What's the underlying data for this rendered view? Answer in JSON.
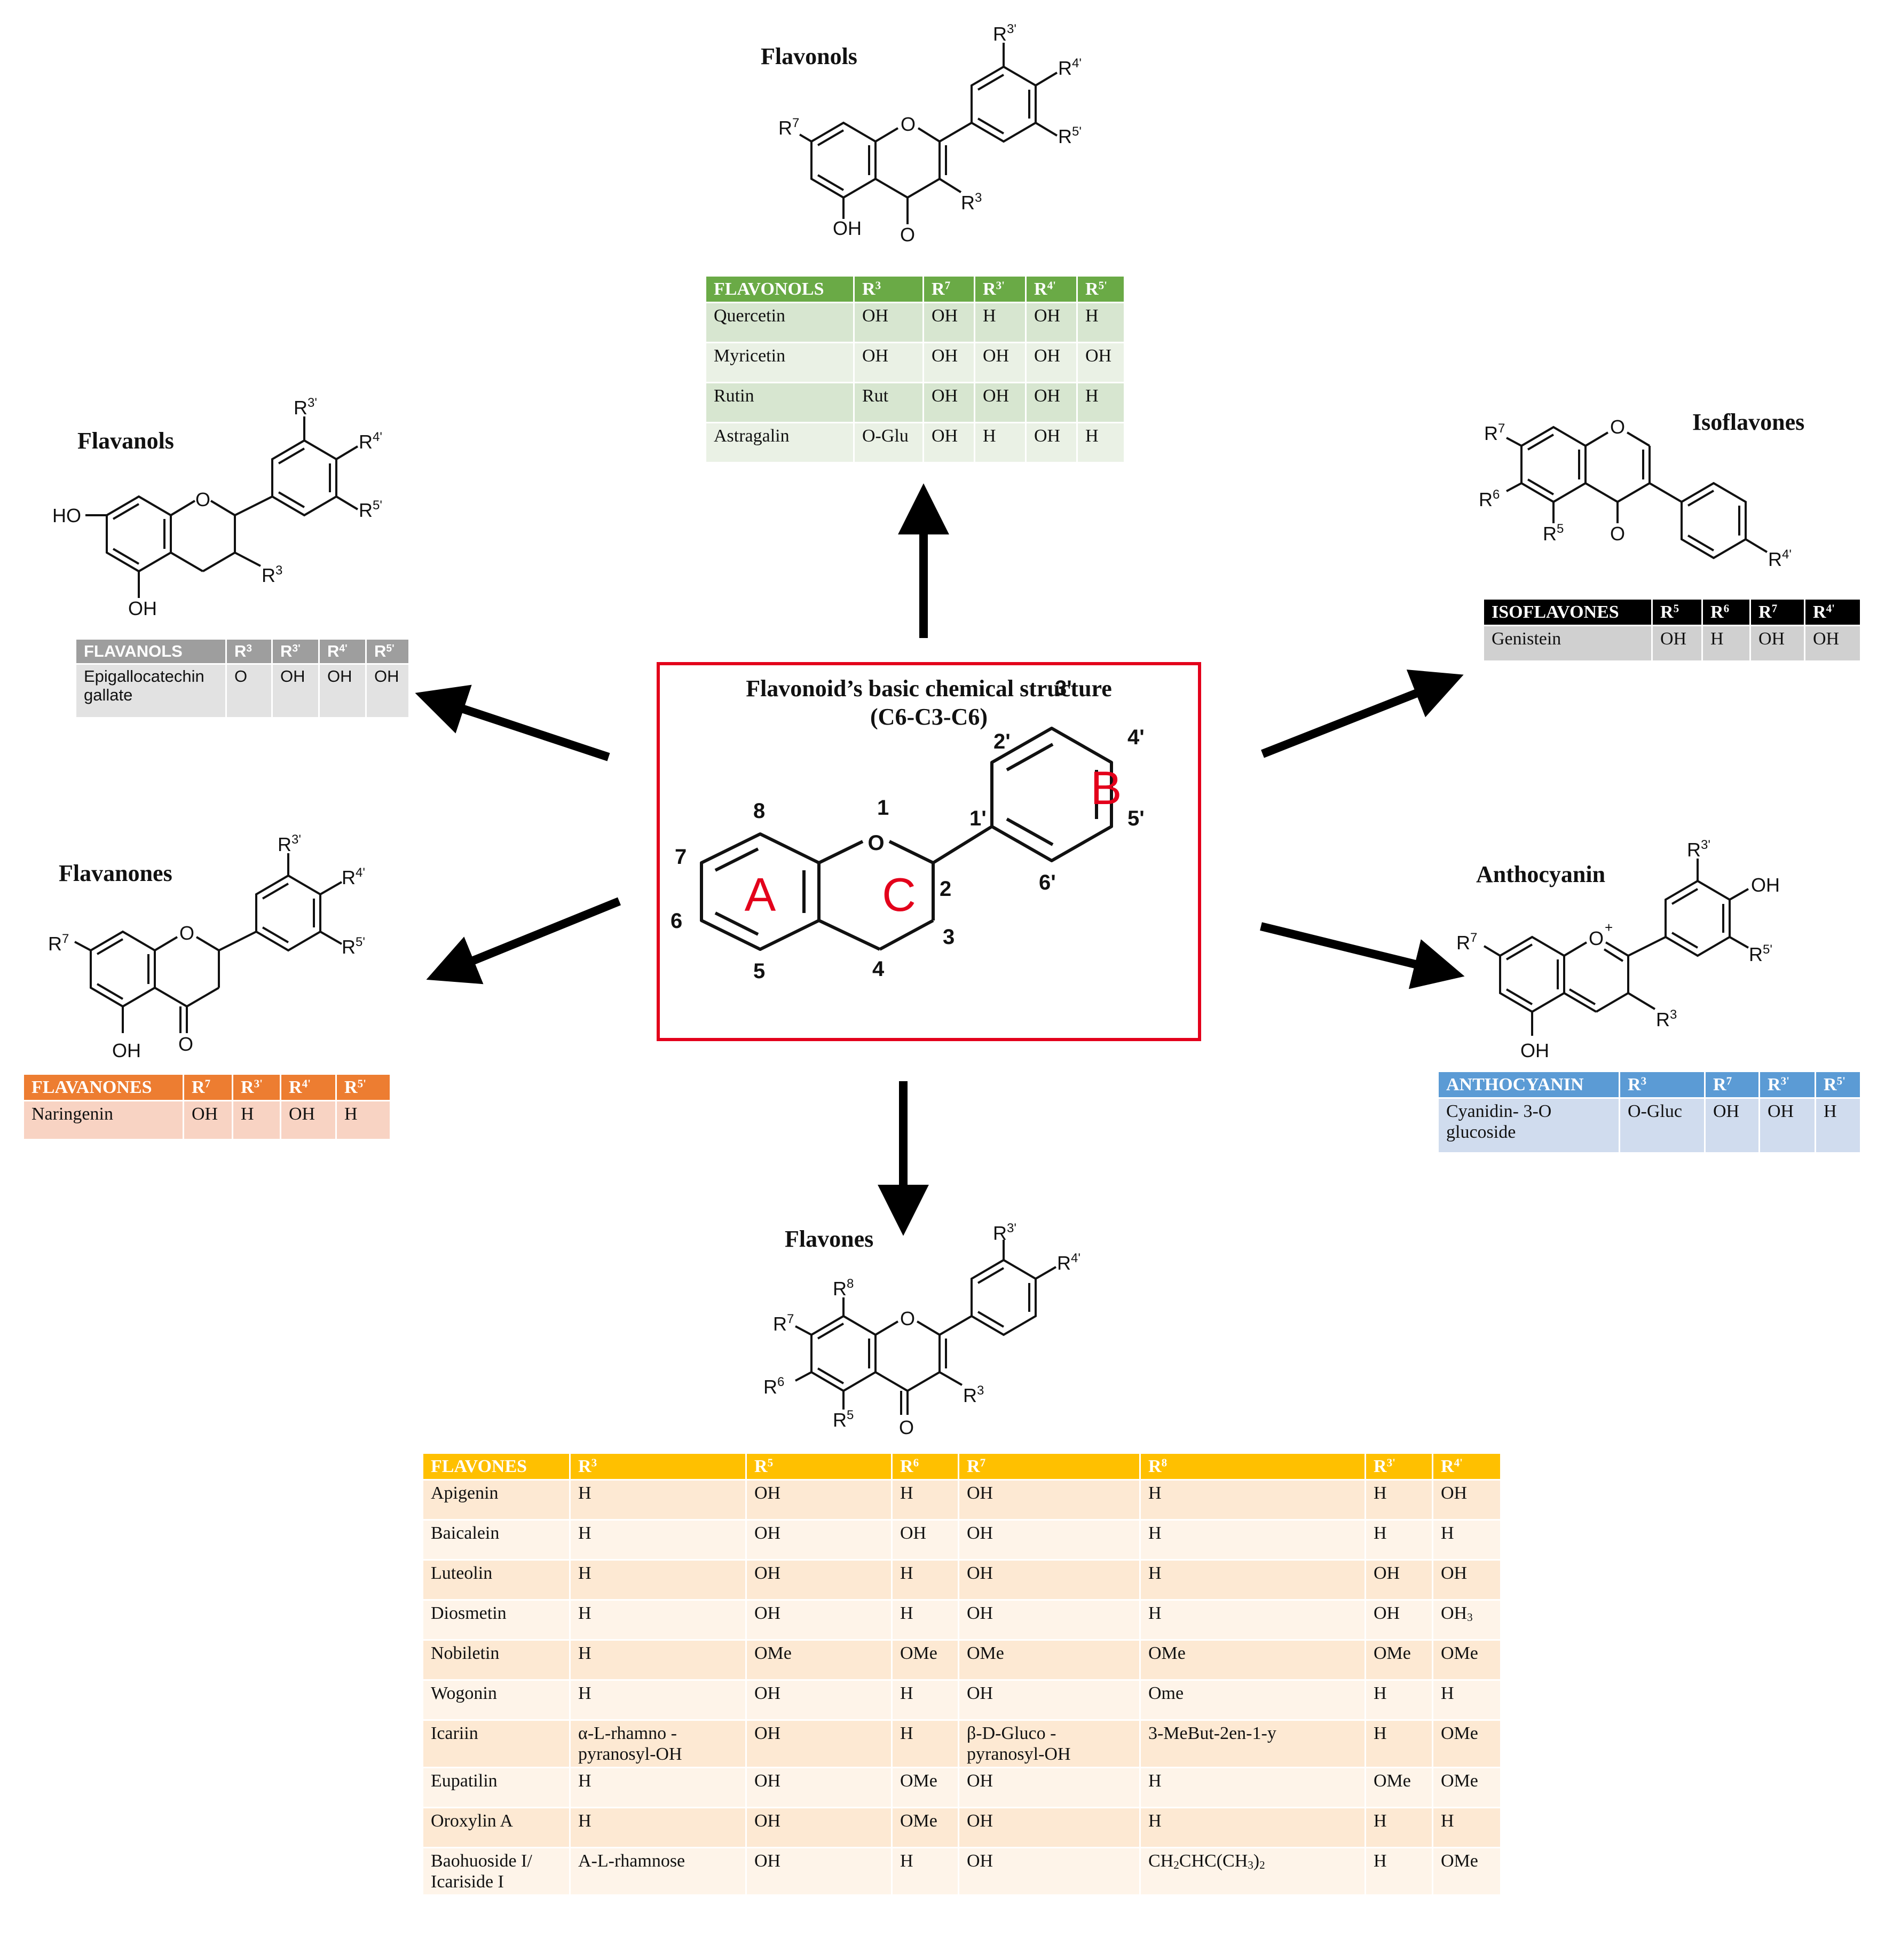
{
  "center": {
    "title": "Flavonoid’s basic chemical structure",
    "subtitle": "(C6-C3-C6)",
    "ring_a": "A",
    "ring_b": "B",
    "ring_c": "C",
    "positions": {
      "p1": "1",
      "p2": "2",
      "p3": "3",
      "p4": "4",
      "p5": "5",
      "p6": "6",
      "p7": "7",
      "p8": "8",
      "p1p": "1'",
      "p2p": "2'",
      "p3p": "3'",
      "p4p": "4'",
      "p5p": "5'",
      "p6p": "6'",
      "o": "O"
    }
  },
  "colors": {
    "flavonols_header": "#6aaa46",
    "flavonols_row_a": "#d7e6d0",
    "flavonols_row_b": "#eaf1e5",
    "flavanols_header": "#9e9e9e",
    "flavanols_row": "#e2e2e2",
    "isoflavones_header": "#000000",
    "isoflavones_row": "#d0d0d0",
    "flavanones_header": "#ed7d31",
    "flavanones_row": "#f8d3c3",
    "anthocyanin_header": "#5b9bd5",
    "anthocyanin_row": "#d0dcee",
    "flavones_header": "#ffc000",
    "flavones_row_a": "#fde9d3",
    "flavones_row_b": "#fef4e9",
    "center_border": "#e3001b"
  },
  "mol_labels": {
    "O": "O",
    "OH": "OH",
    "HO": "HO",
    "Oplus": "+",
    "R3": "3",
    "R5": "5",
    "R6": "6",
    "R7": "7",
    "R8": "8",
    "R3p": "3'",
    "R4p": "4'",
    "R5p": "5'",
    "R": "R"
  },
  "flavonols": {
    "title": "Flavonols",
    "headers": [
      "FLAVONOLS",
      "R3",
      "R7",
      "R3'",
      "R4'",
      "R5'"
    ],
    "rows": [
      [
        "Quercetin",
        "OH",
        "OH",
        "H",
        "OH",
        "H"
      ],
      [
        "Myricetin",
        "OH",
        "OH",
        "OH",
        "OH",
        "OH"
      ],
      [
        "Rutin",
        "Rut",
        "OH",
        "OH",
        "OH",
        "H"
      ],
      [
        "Astragalin",
        "O-Glu",
        "OH",
        "H",
        "OH",
        "H"
      ]
    ]
  },
  "flavanols": {
    "title": "Flavanols",
    "headers": [
      "FLAVANOLS",
      "R3",
      "R3'",
      "R4'",
      "R5'"
    ],
    "rows": [
      [
        "Epigallocatechin gallate",
        "O",
        "OH",
        "OH",
        "OH"
      ]
    ]
  },
  "isoflavones": {
    "title": "Isoflavones",
    "headers": [
      "ISOFLAVONES",
      "R5",
      "R6",
      "R7",
      "R4'"
    ],
    "rows": [
      [
        "Genistein",
        "OH",
        "H",
        "OH",
        "OH"
      ]
    ]
  },
  "flavanones": {
    "title": "Flavanones",
    "headers": [
      "FLAVANONES",
      "R7",
      "R3'",
      "R4'",
      "R5'"
    ],
    "rows": [
      [
        "Naringenin",
        "OH",
        "H",
        "OH",
        "H"
      ]
    ]
  },
  "anthocyanin": {
    "title": "Anthocyanin",
    "headers": [
      "ANTHOCYANIN",
      "R3",
      "R7",
      "R3'",
      "R5'"
    ],
    "rows": [
      [
        "Cyanidin- 3-O glucoside",
        "O-Gluc",
        "OH",
        "OH",
        "H"
      ]
    ]
  },
  "flavones": {
    "title": "Flavones",
    "headers": [
      "FLAVONES",
      "R3",
      "R5",
      "R6",
      "R7",
      "R8",
      "R3'",
      "R4'"
    ],
    "rows": [
      [
        "Apigenin",
        "H",
        "OH",
        "H",
        "OH",
        "H",
        "H",
        "OH"
      ],
      [
        "Baicalein",
        "H",
        "OH",
        "OH",
        "OH",
        "H",
        "H",
        "H"
      ],
      [
        "Luteolin",
        "H",
        "OH",
        "H",
        "OH",
        "H",
        "OH",
        "OH"
      ],
      [
        "Diosmetin",
        "H",
        "OH",
        "H",
        "OH",
        "H",
        "OH",
        "OH3"
      ],
      [
        "Nobiletin",
        "H",
        "OMe",
        "OMe",
        "OMe",
        "OMe",
        "OMe",
        "OMe"
      ],
      [
        "Wogonin",
        "H",
        "OH",
        "H",
        "OH",
        "Ome",
        "H",
        "H"
      ],
      [
        "Icariin",
        "α-L-rhamno - pyranosyl-OH",
        "OH",
        "H",
        "β-D-Gluco - pyranosyl-OH",
        "3-MeBut-2en-1-y",
        "H",
        "OMe"
      ],
      [
        "Eupatilin",
        "H",
        "OH",
        "OMe",
        "OH",
        "H",
        "OMe",
        "OMe"
      ],
      [
        "Oroxylin A",
        "H",
        "OH",
        "OMe",
        "OH",
        "H",
        "H",
        "H"
      ],
      [
        "Baohuoside I/ Icariside I",
        "A-L-rhamnose",
        "OH",
        "H",
        "OH",
        "CH2CHC(CH3)2",
        "H",
        "OMe"
      ]
    ]
  }
}
